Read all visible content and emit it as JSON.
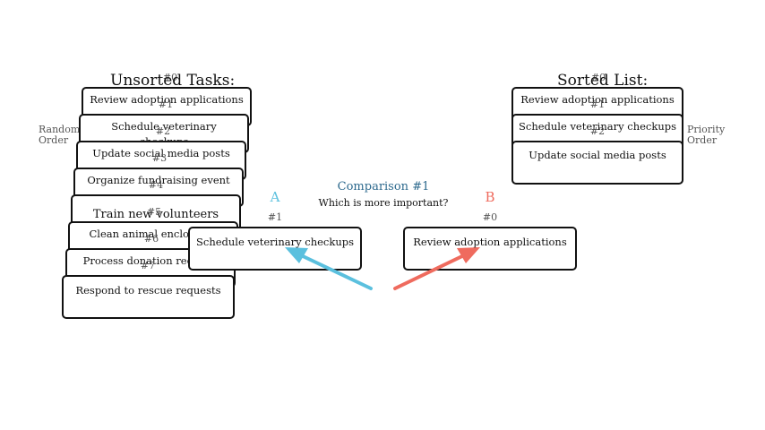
{
  "unsorted": {
    "title": "Unsorted Tasks:",
    "side_label_line1": "Random",
    "side_label_line2": "Order",
    "top_badge": "#0",
    "cards": [
      {
        "idx": "#1",
        "text": "Review adoption applications"
      },
      {
        "idx": "#2",
        "text": "Schedule veterinary checkups"
      },
      {
        "idx": "#3",
        "text": "Update social media posts"
      },
      {
        "idx": "#4",
        "text": "Organize fundraising event"
      },
      {
        "idx": "#5",
        "text": "Train new volunteers"
      },
      {
        "idx": "#6",
        "text": "Clean animal enclosures"
      },
      {
        "idx": "#7",
        "text": "Process donation receipts"
      },
      {
        "idx": "",
        "text": "Respond to rescue requests"
      }
    ]
  },
  "sorted": {
    "title": "Sorted List:",
    "side_label_line1": "Priority",
    "side_label_line2": "Order",
    "top_badge": "#0",
    "cards": [
      {
        "idx": "#1",
        "text": "Review adoption applications"
      },
      {
        "idx": "#2",
        "text": "Schedule veterinary checkups"
      },
      {
        "idx": "",
        "text": "Update social media posts"
      }
    ]
  },
  "comparison": {
    "title": "Comparison #1",
    "question": "Which is more important?",
    "a": {
      "letter": "A",
      "badge": "#1",
      "text": "Schedule veterinary checkups",
      "color": "#5bc0de"
    },
    "b": {
      "letter": "B",
      "badge": "#0",
      "text": "Review adoption applications",
      "color": "#ef6b5e"
    }
  }
}
